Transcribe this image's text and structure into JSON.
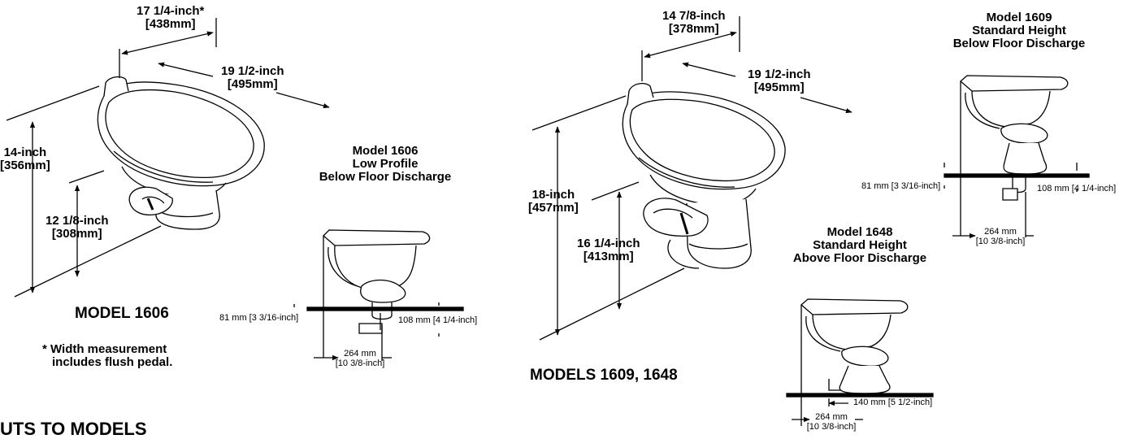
{
  "model1606": {
    "width": [
      "17 1/4-inch*",
      "[438mm]"
    ],
    "depth": [
      "19 1/2-inch",
      "[495mm]"
    ],
    "height": [
      "14-inch",
      "[356mm]"
    ],
    "seat_height": [
      "12 1/8-inch",
      "[308mm]"
    ],
    "label": "MODEL 1606",
    "note": [
      "* Width measurement",
      "includes flush pedal."
    ]
  },
  "detail1606": {
    "title": [
      "Model 1606",
      "Low Profile",
      "Below Floor Discharge"
    ],
    "left": "81 mm [3 3/16-inch]",
    "right": "108 mm [4 1/4-inch]",
    "bottom": [
      "264 mm",
      "[10 3/8-inch]"
    ]
  },
  "model1609": {
    "width": [
      "14 7/8-inch",
      "[378mm]"
    ],
    "depth": [
      "19 1/2-inch",
      "[495mm]"
    ],
    "height": [
      "18-inch",
      "[457mm]"
    ],
    "seat_height": [
      "16 1/4-inch",
      "[413mm]"
    ],
    "label": "MODELS 1609, 1648"
  },
  "detail1609": {
    "title": [
      "Model 1609",
      "Standard Height",
      "Below Floor Discharge"
    ],
    "left": "81 mm [3 3/16-inch]",
    "right": "108 mm [4 1/4-inch]",
    "bottom": [
      "264 mm",
      "[10 3/8-inch]"
    ]
  },
  "detail1648": {
    "title": [
      "Model 1648",
      "Standard Height",
      "Above Floor Discharge"
    ],
    "right": "140 mm [5 1/2-inch]",
    "bottom": [
      "264 mm",
      "[10 3/8-inch]"
    ]
  },
  "section_heading": "UTS TO MODELS"
}
